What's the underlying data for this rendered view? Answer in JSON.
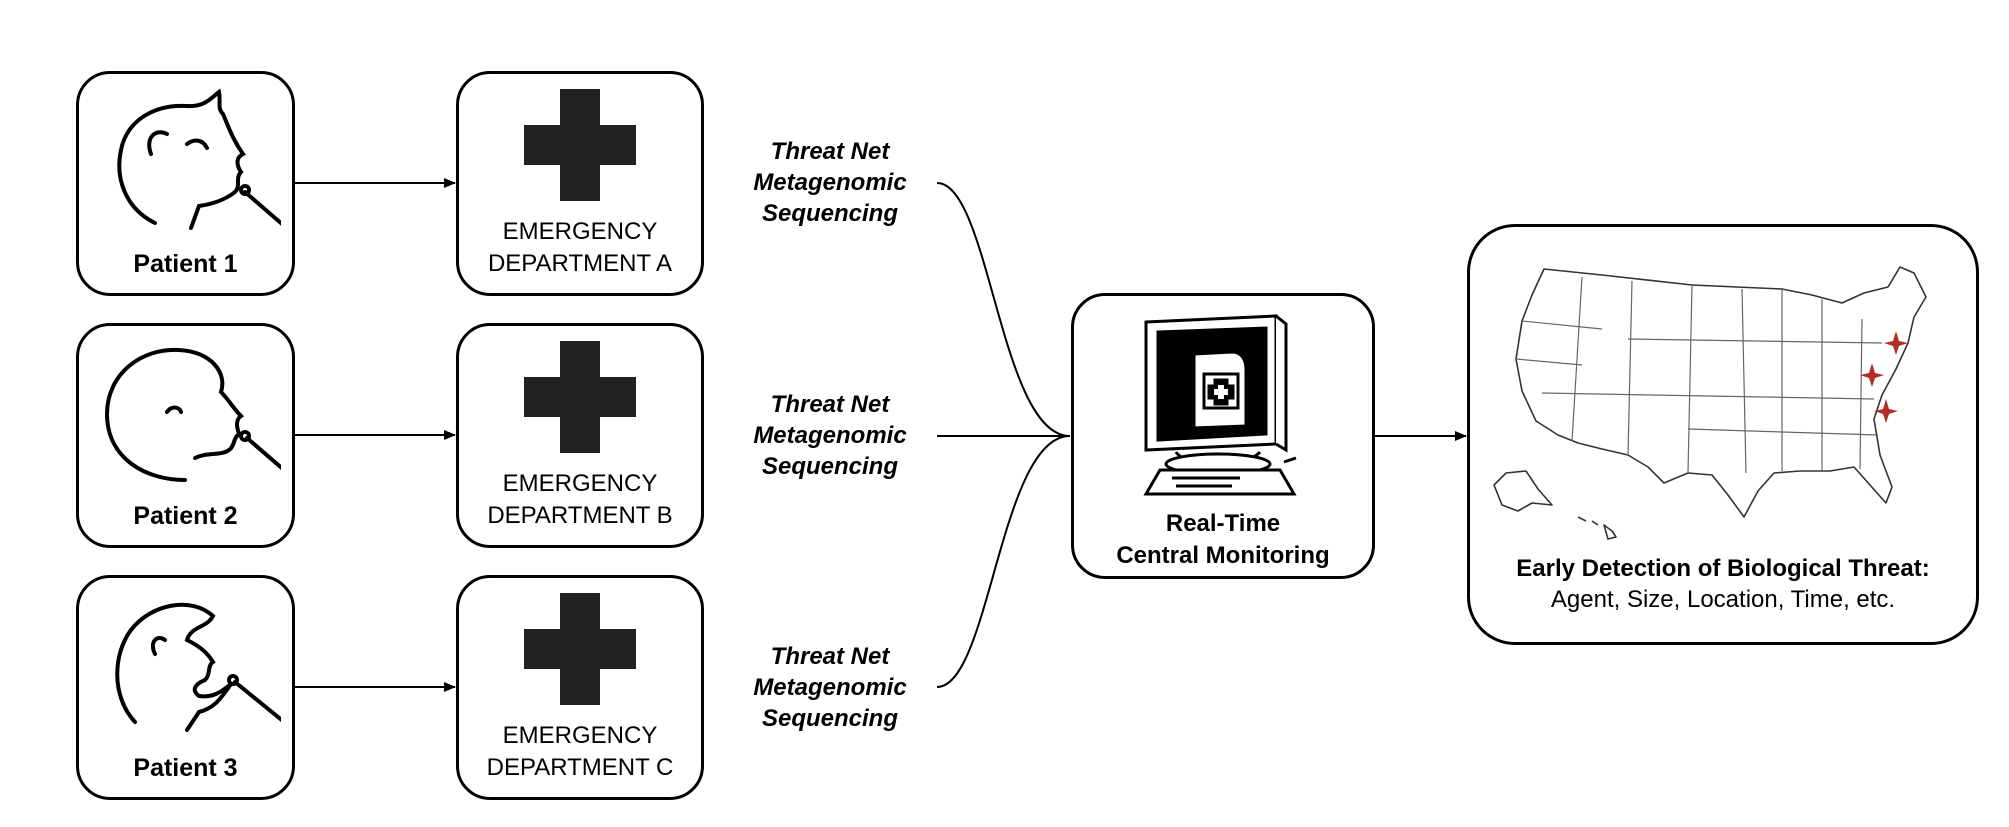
{
  "patients": [
    {
      "label": "Patient 1",
      "icon": "patient-swab-icon"
    },
    {
      "label": "Patient 2",
      "icon": "patient-swab-icon"
    },
    {
      "label": "Patient 3",
      "icon": "patient-swab-icon"
    }
  ],
  "departments": [
    {
      "line1": "EMERGENCY",
      "line2": "DEPARTMENT A",
      "icon": "medical-cross-icon"
    },
    {
      "line1": "EMERGENCY",
      "line2": "DEPARTMENT B",
      "icon": "medical-cross-icon"
    },
    {
      "line1": "EMERGENCY",
      "line2": "DEPARTMENT C",
      "icon": "medical-cross-icon"
    }
  ],
  "sequencing": [
    {
      "line1": "Threat Net",
      "line2": "Metagenomic",
      "line3": "Sequencing"
    },
    {
      "line1": "Threat Net",
      "line2": "Metagenomic",
      "line3": "Sequencing"
    },
    {
      "line1": "Threat Net",
      "line2": "Metagenomic",
      "line3": "Sequencing"
    }
  ],
  "central": {
    "line1": "Real-Time",
    "line2": "Central Monitoring",
    "icon": "computer-monitor-icon"
  },
  "outcome": {
    "title": "Early Detection of Biological Threat:",
    "subtitle": "Agent, Size, Location, Time, etc.",
    "icon": "us-map-icon",
    "marker_color": "#b03028"
  }
}
